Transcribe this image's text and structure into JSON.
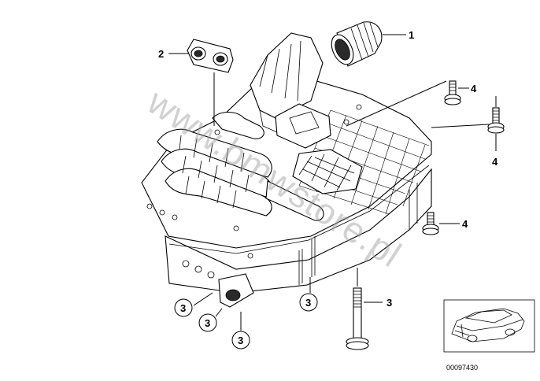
{
  "diagram": {
    "watermark": "www.bmwstore.pl",
    "reference_number": "00097430",
    "callouts": [
      {
        "id": "c1",
        "label": "1",
        "circled": false
      },
      {
        "id": "c2",
        "label": "2",
        "circled": false
      },
      {
        "id": "c4a",
        "label": "4",
        "circled": false
      },
      {
        "id": "c4b",
        "label": "4",
        "circled": false
      },
      {
        "id": "c4c",
        "label": "4",
        "circled": false
      },
      {
        "id": "c3bolt",
        "label": "3",
        "circled": false
      },
      {
        "id": "c3a",
        "label": "3",
        "circled": true
      },
      {
        "id": "c3b",
        "label": "3",
        "circled": true
      },
      {
        "id": "c3c",
        "label": "3",
        "circled": true
      },
      {
        "id": "c3d",
        "label": "3",
        "circled": true
      }
    ]
  }
}
